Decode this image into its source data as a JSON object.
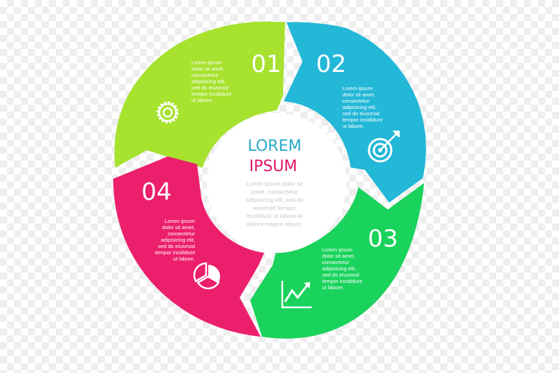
{
  "colors": {
    "step1": "#a6e22e",
    "step2": "#23b7d8",
    "step3": "#1ad35c",
    "step4": "#ec1f6d",
    "title_line1": "#2aa9c8",
    "title_line2": "#e01468"
  },
  "center": {
    "title_line1": "LOREM",
    "title_line2": "IPSUM",
    "body": [
      "Lorem ipsum dolor sit",
      "amet, consectetur",
      "adipisicing elit, sed do",
      "eiusmod tempor",
      "incididunt ut labore et",
      "dolore magna aliqua."
    ]
  },
  "steps": [
    {
      "number": "01",
      "icon": "gear-icon",
      "text": [
        "Lorem ipsum",
        "dolor sit amet,",
        "consectetur",
        "adipisicing elit,",
        "sed do eiusmod",
        "tempor incididunt",
        "ut labore."
      ]
    },
    {
      "number": "02",
      "icon": "target-icon",
      "text": [
        "Lorem ipsum",
        "dolor sit amet,",
        "consectetur",
        "adipisicing elit,",
        "sed do eiusmod",
        "tempor incididunt",
        "ut labore."
      ]
    },
    {
      "number": "03",
      "icon": "growth-chart-icon",
      "text": [
        "Lorem ipsum",
        "dolor sit amet,",
        "consectetur",
        "adipisicing elit,",
        "sed do eiusmod",
        "tempor incididunt",
        "ut labore."
      ]
    },
    {
      "number": "04",
      "icon": "pie-chart-icon",
      "text": [
        "Lorem ipsum",
        "dolor sit amet,",
        "consectetur",
        "adipisicing elit,",
        "sed do eiusmod",
        "tempor incididunt",
        "ut labore."
      ]
    }
  ]
}
